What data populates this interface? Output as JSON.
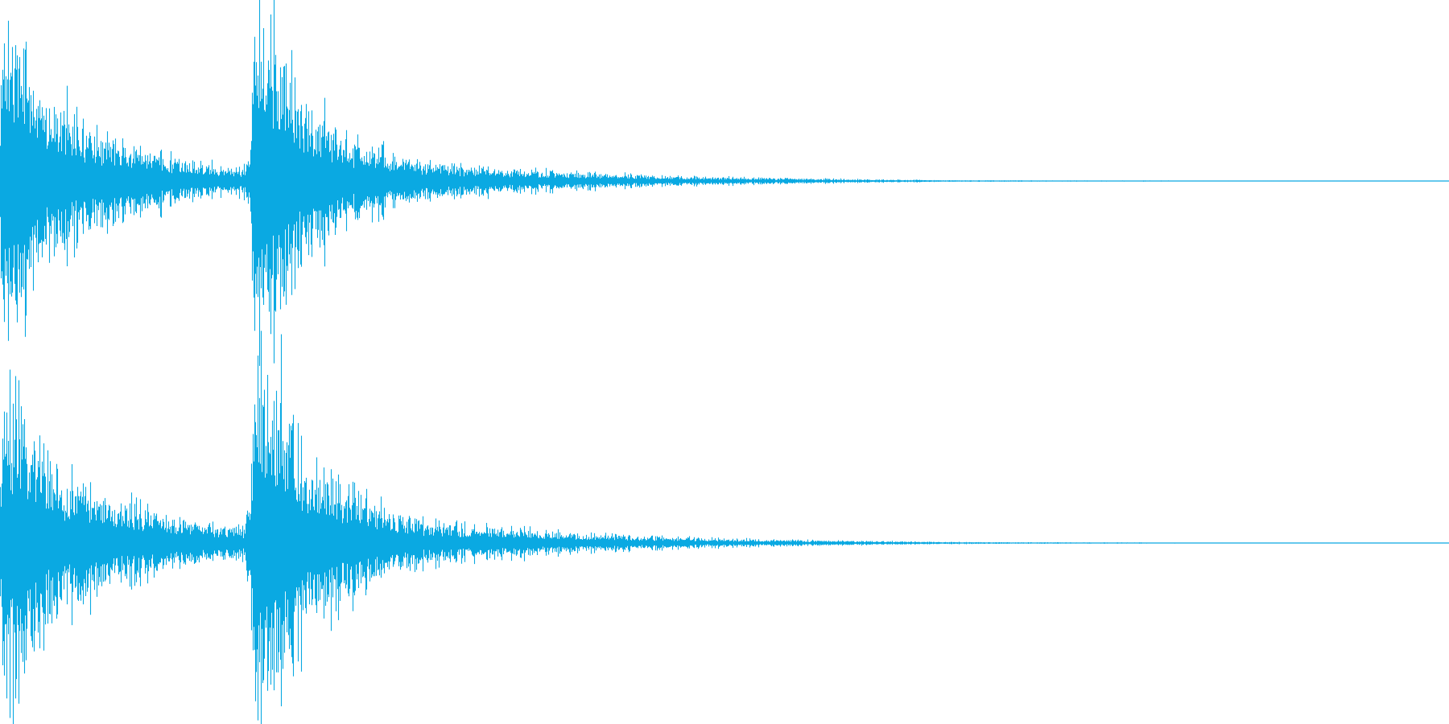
{
  "waveform": {
    "color": "#0aa9e2",
    "background": "#ffffff",
    "channels": [
      {
        "name": "",
        "envelope": [
          [
            0.0,
            0.6
          ],
          [
            0.004,
            0.85
          ],
          [
            0.012,
            0.95
          ],
          [
            0.02,
            0.8
          ],
          [
            0.03,
            0.55
          ],
          [
            0.045,
            0.45
          ],
          [
            0.06,
            0.33
          ],
          [
            0.08,
            0.26
          ],
          [
            0.1,
            0.19
          ],
          [
            0.13,
            0.13
          ],
          [
            0.15,
            0.1
          ],
          [
            0.168,
            0.08
          ],
          [
            0.172,
            0.2
          ],
          [
            0.175,
            1.0
          ],
          [
            0.185,
            1.05
          ],
          [
            0.195,
            0.85
          ],
          [
            0.205,
            0.55
          ],
          [
            0.22,
            0.4
          ],
          [
            0.24,
            0.28
          ],
          [
            0.27,
            0.16
          ],
          [
            0.3,
            0.11
          ],
          [
            0.34,
            0.08
          ],
          [
            0.38,
            0.06
          ],
          [
            0.42,
            0.045
          ],
          [
            0.46,
            0.03
          ],
          [
            0.52,
            0.02
          ],
          [
            0.58,
            0.012
          ],
          [
            0.64,
            0.006
          ],
          [
            0.66,
            0.004
          ],
          [
            1.0,
            0.0
          ]
        ]
      },
      {
        "name": "",
        "envelope": [
          [
            0.0,
            0.55
          ],
          [
            0.004,
            0.8
          ],
          [
            0.012,
            0.9
          ],
          [
            0.022,
            0.75
          ],
          [
            0.03,
            0.55
          ],
          [
            0.045,
            0.45
          ],
          [
            0.06,
            0.4
          ],
          [
            0.08,
            0.25
          ],
          [
            0.1,
            0.2
          ],
          [
            0.13,
            0.14
          ],
          [
            0.15,
            0.11
          ],
          [
            0.168,
            0.09
          ],
          [
            0.172,
            0.25
          ],
          [
            0.175,
            1.0
          ],
          [
            0.185,
            1.05
          ],
          [
            0.195,
            0.9
          ],
          [
            0.205,
            0.6
          ],
          [
            0.22,
            0.45
          ],
          [
            0.24,
            0.33
          ],
          [
            0.27,
            0.18
          ],
          [
            0.3,
            0.12
          ],
          [
            0.34,
            0.09
          ],
          [
            0.38,
            0.07
          ],
          [
            0.42,
            0.05
          ],
          [
            0.46,
            0.035
          ],
          [
            0.52,
            0.022
          ],
          [
            0.58,
            0.014
          ],
          [
            0.64,
            0.008
          ],
          [
            0.7,
            0.004
          ],
          [
            1.0,
            0.0
          ]
        ]
      }
    ]
  }
}
